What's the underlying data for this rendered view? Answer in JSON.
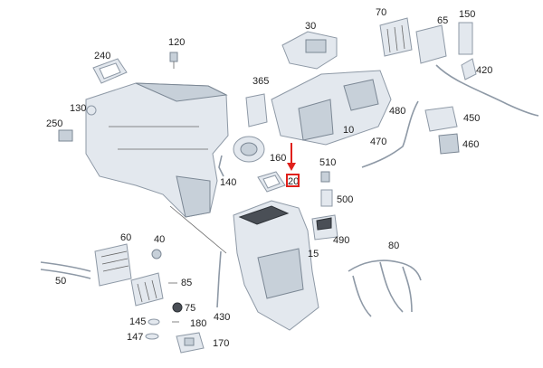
{
  "accent_color": "#e0201b",
  "highlighted_part": "20",
  "parts": [
    {
      "id": "p30",
      "label": "30"
    },
    {
      "id": "p70",
      "label": "70"
    },
    {
      "id": "p65",
      "label": "65"
    },
    {
      "id": "p150",
      "label": "150"
    },
    {
      "id": "p120",
      "label": "120"
    },
    {
      "id": "p240",
      "label": "240"
    },
    {
      "id": "p365",
      "label": "365"
    },
    {
      "id": "p420",
      "label": "420"
    },
    {
      "id": "p130",
      "label": "130"
    },
    {
      "id": "p480",
      "label": "480"
    },
    {
      "id": "p450",
      "label": "450"
    },
    {
      "id": "p250",
      "label": "250"
    },
    {
      "id": "p10",
      "label": "10"
    },
    {
      "id": "p470",
      "label": "470"
    },
    {
      "id": "p460",
      "label": "460"
    },
    {
      "id": "p160",
      "label": "160"
    },
    {
      "id": "p510",
      "label": "510"
    },
    {
      "id": "p140",
      "label": "140"
    },
    {
      "id": "p20",
      "label": "20"
    },
    {
      "id": "p500",
      "label": "500"
    },
    {
      "id": "p490",
      "label": "490"
    },
    {
      "id": "p60",
      "label": "60"
    },
    {
      "id": "p40",
      "label": "40"
    },
    {
      "id": "p80",
      "label": "80"
    },
    {
      "id": "p15",
      "label": "15"
    },
    {
      "id": "p50",
      "label": "50"
    },
    {
      "id": "p85",
      "label": "85"
    },
    {
      "id": "p75",
      "label": "75"
    },
    {
      "id": "p430",
      "label": "430"
    },
    {
      "id": "p145",
      "label": "145"
    },
    {
      "id": "p180",
      "label": "180"
    },
    {
      "id": "p147",
      "label": "147"
    },
    {
      "id": "p170",
      "label": "170"
    }
  ]
}
